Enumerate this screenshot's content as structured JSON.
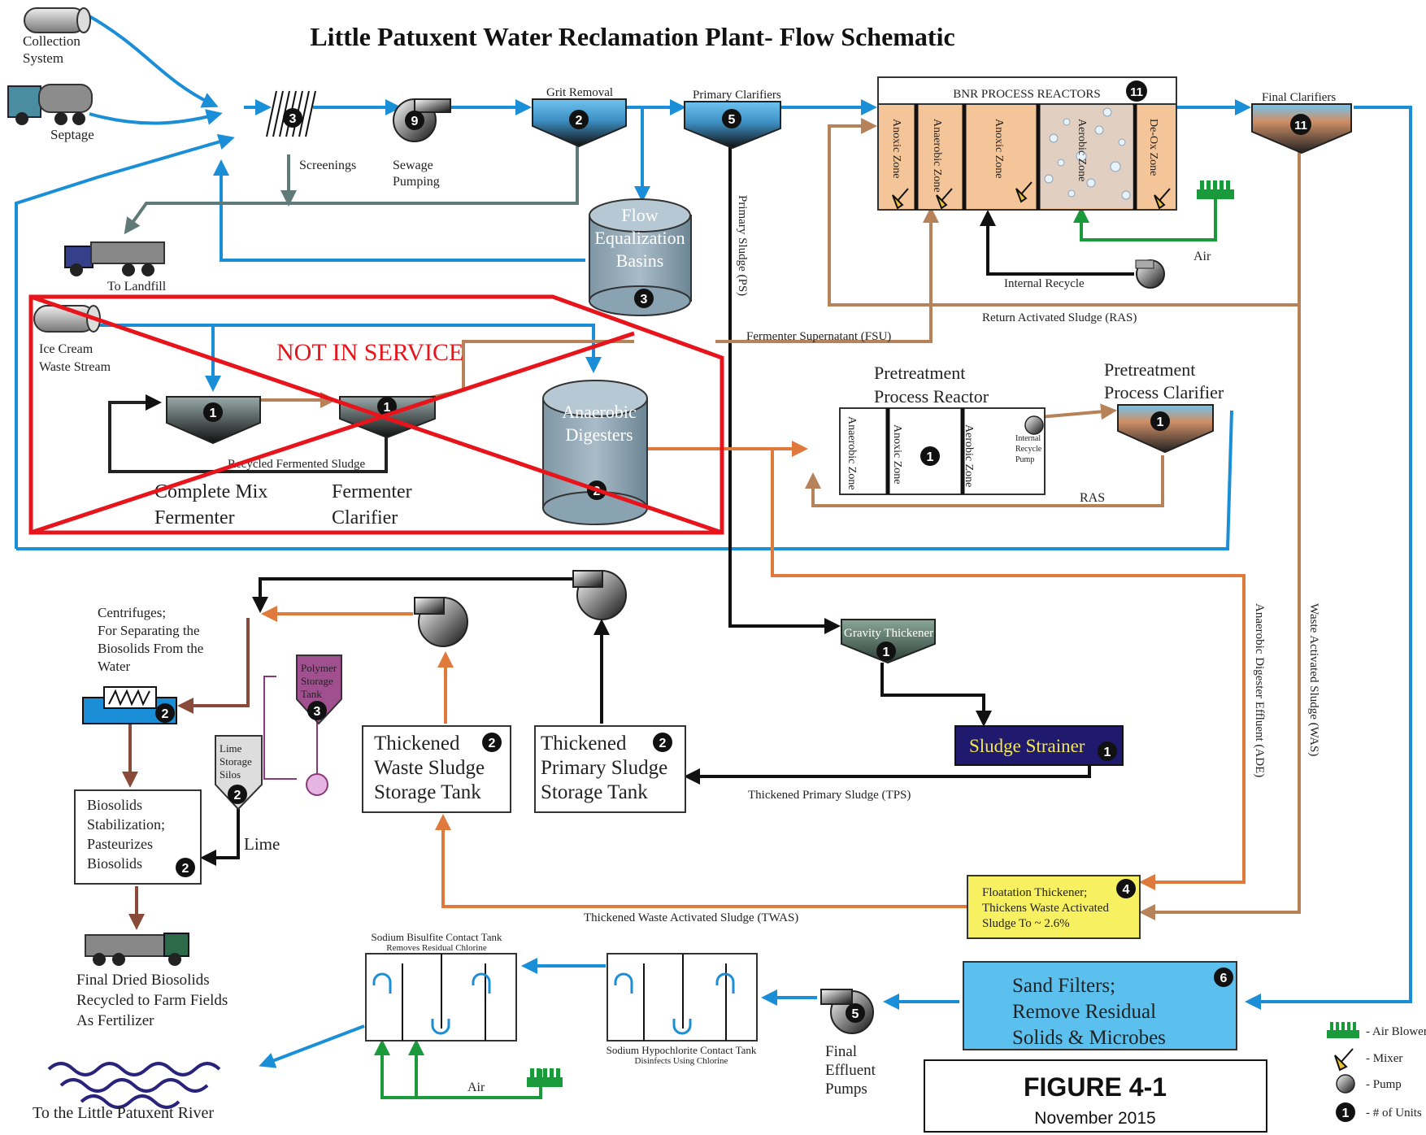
{
  "title": "Little Patuxent Water Reclamation Plant-  Flow Schematic",
  "colors": {
    "blue": "#1a8fd8",
    "brown": "#b5825a",
    "orange": "#e07a3c",
    "black": "#111111",
    "green": "#1a9a3a",
    "red": "#e8141b",
    "grey": "#5f7a78"
  },
  "labels": {
    "collection": [
      "Collection",
      "System"
    ],
    "septage": "Septage",
    "screenings": "Screenings",
    "sewage_pumping": [
      "Sewage",
      "Pumping"
    ],
    "grit_removal": "Grit Removal",
    "primary_clarifiers": "Primary Clarifiers",
    "bnr": "BNR PROCESS REACTORS",
    "final_clarifiers": "Final Clarifiers",
    "flow_eq": [
      "Flow",
      "Equalization",
      "Basins"
    ],
    "to_landfill": "To Landfill",
    "primary_sludge": "Primary Sludge (PS)",
    "internal_recycle": "Internal Recycle",
    "air": "Air",
    "ras_long": "Return Activated Sludge (RAS)",
    "fsu": "Fermenter Supernatant (FSU)",
    "ice_cream": [
      "Ice Cream",
      "Waste Stream"
    ],
    "not_in_service": "NOT IN SERVICE",
    "recycled_fermented": "Recycled Fermented Sludge",
    "complete_mix": [
      "Complete Mix",
      "Fermenter"
    ],
    "fermenter_clarifier": [
      "Fermenter",
      "Clarifier"
    ],
    "anaerobic_digesters": [
      "Anaerobic",
      "Digesters"
    ],
    "pretreat_reactor": [
      "Pretreatment",
      "Process Reactor"
    ],
    "pretreat_clarifier": [
      "Pretreatment",
      "Process Clarifier"
    ],
    "internal_recycle_pump": [
      "Internal",
      "Recycle",
      "Pump"
    ],
    "ras": "RAS",
    "zones": [
      "Anoxic Zone",
      "Anaerobic Zone",
      "Anoxic Zone",
      "Aerobic Zone",
      "De-Ox Zone"
    ],
    "pre_zones": [
      "Anaerobic Zone",
      "Anoxic Zone",
      "Aerobic Zone"
    ],
    "centrifuges": [
      "Centrifuges;",
      "For Separating the",
      "Biosolids From the",
      "Water"
    ],
    "polymer": [
      "Polymer",
      "Storage",
      "Tank"
    ],
    "lime_silos": [
      "Lime",
      "Storage",
      "Silos"
    ],
    "lime": "Lime",
    "biosolids_stab": [
      "Biosolids",
      "Stabilization;",
      "Pasteurizes",
      "Biosolids"
    ],
    "twss": [
      "Thickened",
      "Waste Sludge",
      "Storage Tank"
    ],
    "tpss": [
      "Thickened",
      "Primary Sludge",
      "Storage Tank"
    ],
    "gravity_thickener": "Gravity Thickener",
    "sludge_strainer": "Sludge Strainer",
    "tps": "Thickened Primary Sludge (TPS)",
    "ade": "Anaerobic Digester Effluent (ADE)",
    "was": "Waste Activated Sludge (WAS)",
    "flotation": [
      "Floatation Thickener;",
      "Thickens Waste Activated",
      "Sludge To ~ 2.6%"
    ],
    "twas": "Thickened Waste Activated Sludge (TWAS)",
    "final_dried": [
      "Final Dried Biosolids",
      "Recycled to Farm Fields",
      "As Fertilizer"
    ],
    "bisulfite": [
      "Sodium Bisulfite Contact Tank",
      "Removes Residual Chlorine"
    ],
    "hypochlorite": [
      "Sodium Hypochlorite Contact Tank",
      "Disinfects Using Chlorine"
    ],
    "final_effluent": [
      "Final",
      "Effluent",
      "Pumps"
    ],
    "sand_filters": [
      "Sand Filters;",
      "Remove Residual",
      "Solids & Microbes"
    ],
    "to_river": "To the Little Patuxent River",
    "figure": "FIGURE 4-1",
    "date": "November 2015"
  },
  "units": {
    "screens": "3",
    "sewage_pumps": "9",
    "grit": "2",
    "primary": "5",
    "bnr": "11",
    "final": "11",
    "flow_eq": "3",
    "mix_fermenter": "1",
    "fermenter_clarifier": "1",
    "digesters": "2",
    "pretreat_reactor": "1",
    "pretreat_clarifier": "1",
    "centrifuges": "2",
    "polymer": "3",
    "lime": "2",
    "biosolids": "2",
    "twss": "2",
    "tpss": "2",
    "gravity": "1",
    "strainer": "1",
    "flotation": "4",
    "effluent_pumps": "5",
    "sand": "6"
  },
  "legend": [
    "- Air Blower",
    "- Mixer",
    "- Pump",
    "- # of Units"
  ],
  "legend_unit": "1"
}
